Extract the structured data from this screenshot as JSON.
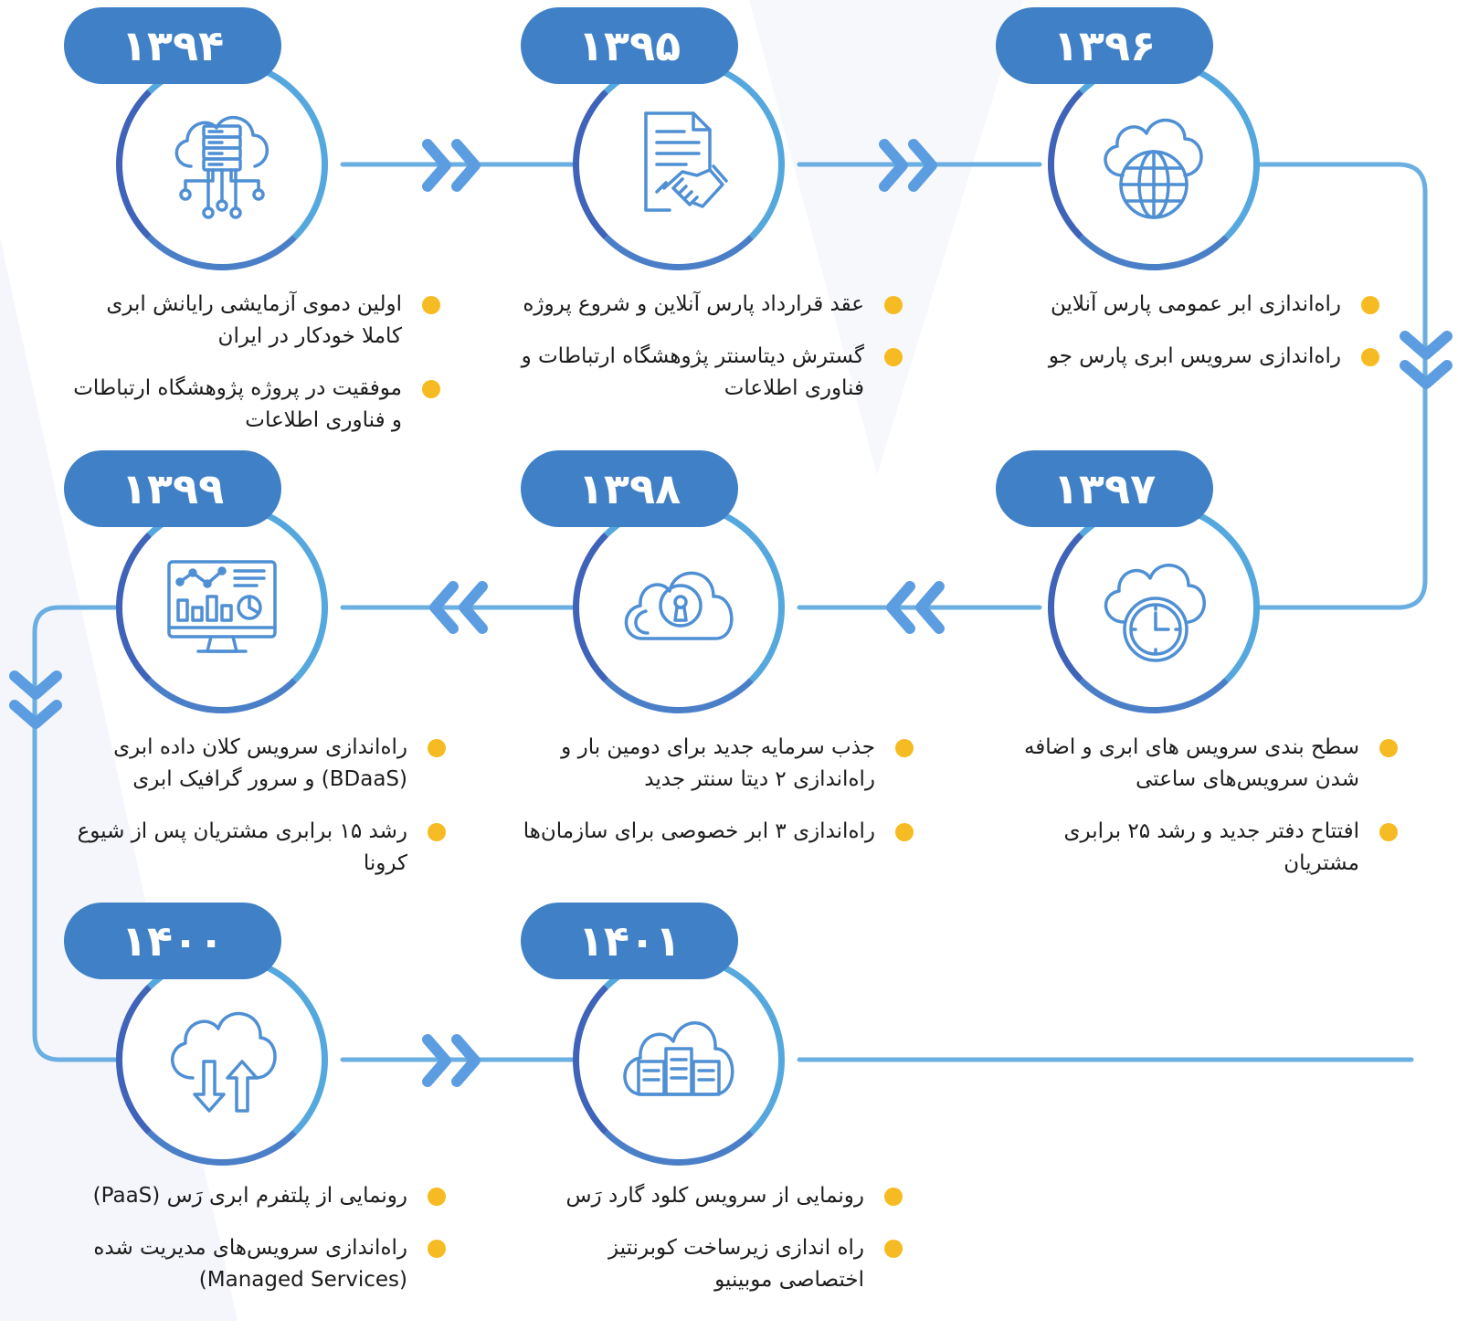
{
  "colors": {
    "pill": "#3f80c6",
    "ring_outer": "#55a8de",
    "ring_inner": "#3f63b8",
    "line": "#6aaee2",
    "bullet": "#f6bb22",
    "text": "#1c1c1c"
  },
  "milestones": [
    {
      "year": "۱۳۹۴",
      "icon": "cloud-server-network-icon",
      "items": [
        "اولین دموی آزمایشی رایانش ابری کاملا خودکار در ایران",
        "موفقیت در پروژه پژوهشگاه ارتباطات و فناوری اطلاعات"
      ]
    },
    {
      "year": "۱۳۹۵",
      "icon": "contract-handshake-icon",
      "items": [
        "عقد قرارداد پارس آنلاین و شروع پروژه",
        "گسترش دیتاسنتر پژوهشگاه ارتباطات و فناوری اطلاعات"
      ]
    },
    {
      "year": "۱۳۹۶",
      "icon": "cloud-globe-icon",
      "items": [
        "راه‌اندازی ابر عمومی پارس آنلاین",
        "راه‌اندازی سرویس ابری پارس جو"
      ]
    },
    {
      "year": "۱۳۹۷",
      "icon": "cloud-clock-icon",
      "items": [
        "سطح بندی سرویس های ابری و اضافه شدن سرویس‌های ساعتی",
        "افتتاح دفتر جدید و رشد ۲۵ برابری مشتریان"
      ]
    },
    {
      "year": "۱۳۹۸",
      "icon": "cloud-lock-icon",
      "items": [
        "جذب سرمایه جدید برای دومین بار و راه‌اندازی ۲ دیتا سنتر جدید",
        "راه‌اندازی ۳ ابر خصوصی برای سازمان‌ها"
      ]
    },
    {
      "year": "۱۳۹۹",
      "icon": "monitor-analytics-icon",
      "items": [
        "راه‌اندازی سرویس کلان داده ابری (BDaaS) و سرور گرافیک ابری",
        "رشد ۱۵ برابری مشتریان پس از شیوع کرونا"
      ]
    },
    {
      "year": "۱۴۰۰",
      "icon": "cloud-upload-download-icon",
      "items": [
        "رونمایی از پلتفرم ابری رَس (PaaS)",
        "راه‌اندازی سرویس‌های مدیریت شده (Managed Services)"
      ]
    },
    {
      "year": "۱۴۰۱",
      "icon": "cloud-datacenter-icon",
      "items": [
        "رونمایی از سرویس کلود گارد رَس",
        "راه اندازی زیرساخت کوبرنتیز اختصاصی موبینیو"
      ]
    }
  ],
  "arrows": [
    {
      "icon": "chevron-right-icon",
      "direction": "right"
    },
    {
      "icon": "chevron-right-icon",
      "direction": "right"
    },
    {
      "icon": "chevron-down-icon",
      "direction": "down"
    },
    {
      "icon": "chevron-left-icon",
      "direction": "left"
    },
    {
      "icon": "chevron-left-icon",
      "direction": "left"
    },
    {
      "icon": "chevron-down-icon",
      "direction": "down"
    },
    {
      "icon": "chevron-right-icon",
      "direction": "right"
    }
  ]
}
